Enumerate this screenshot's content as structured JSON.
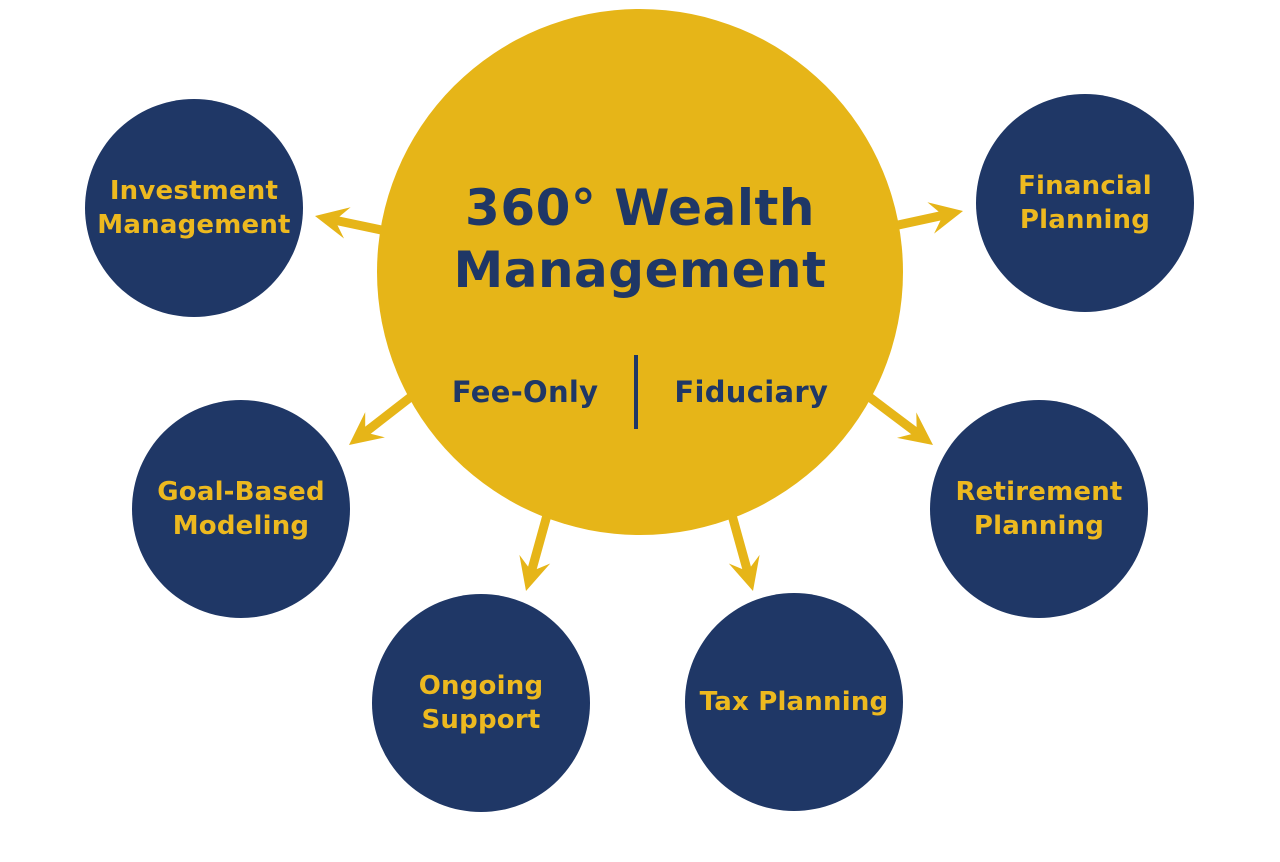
{
  "page": {
    "background": "#FFFFFF"
  },
  "colors": {
    "gold": "#E6B518",
    "navy": "#1F3766",
    "gold_text": "#EDB91F"
  },
  "center": {
    "title_line1": "360° Wealth",
    "title_line2": "Management",
    "tagline_left": "Fee-Only",
    "tagline_right": "Fiduciary"
  },
  "satellites": [
    {
      "id": "investment-management",
      "label": "Investment Management",
      "lines": [
        "Investment",
        "Management"
      ]
    },
    {
      "id": "financial-planning",
      "label": "Financial Planning",
      "lines": [
        "Financial",
        "Planning"
      ]
    },
    {
      "id": "goal-based-modeling",
      "label": "Goal-Based Modeling",
      "lines": [
        "Goal-Based",
        "Modeling"
      ]
    },
    {
      "id": "retirement-planning",
      "label": "Retirement Planning",
      "lines": [
        "Retirement",
        "Planning"
      ]
    },
    {
      "id": "ongoing-support",
      "label": "Ongoing Support",
      "lines": [
        "Ongoing",
        "Support"
      ]
    },
    {
      "id": "tax-planning",
      "label": "Tax Planning",
      "lines": [
        "Tax Planning"
      ]
    }
  ],
  "icons": {
    "arrow_style": "gold-dart-arrow-radiating-outward",
    "arrow_count": 6
  }
}
